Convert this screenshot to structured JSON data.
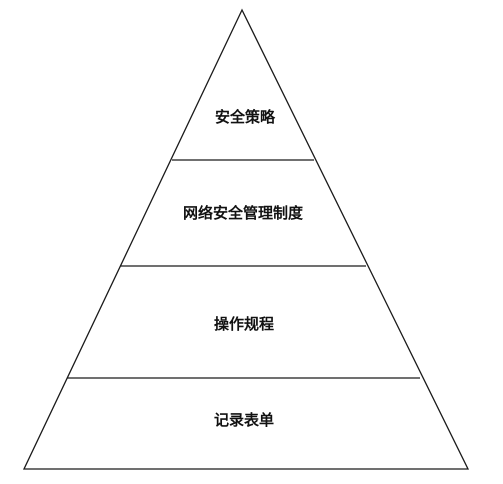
{
  "diagram": {
    "type": "pyramid",
    "tiers": [
      {
        "label": "安全策略"
      },
      {
        "label": "网络安全管理制度"
      },
      {
        "label": "操作规程"
      },
      {
        "label": "记录表单"
      }
    ]
  }
}
